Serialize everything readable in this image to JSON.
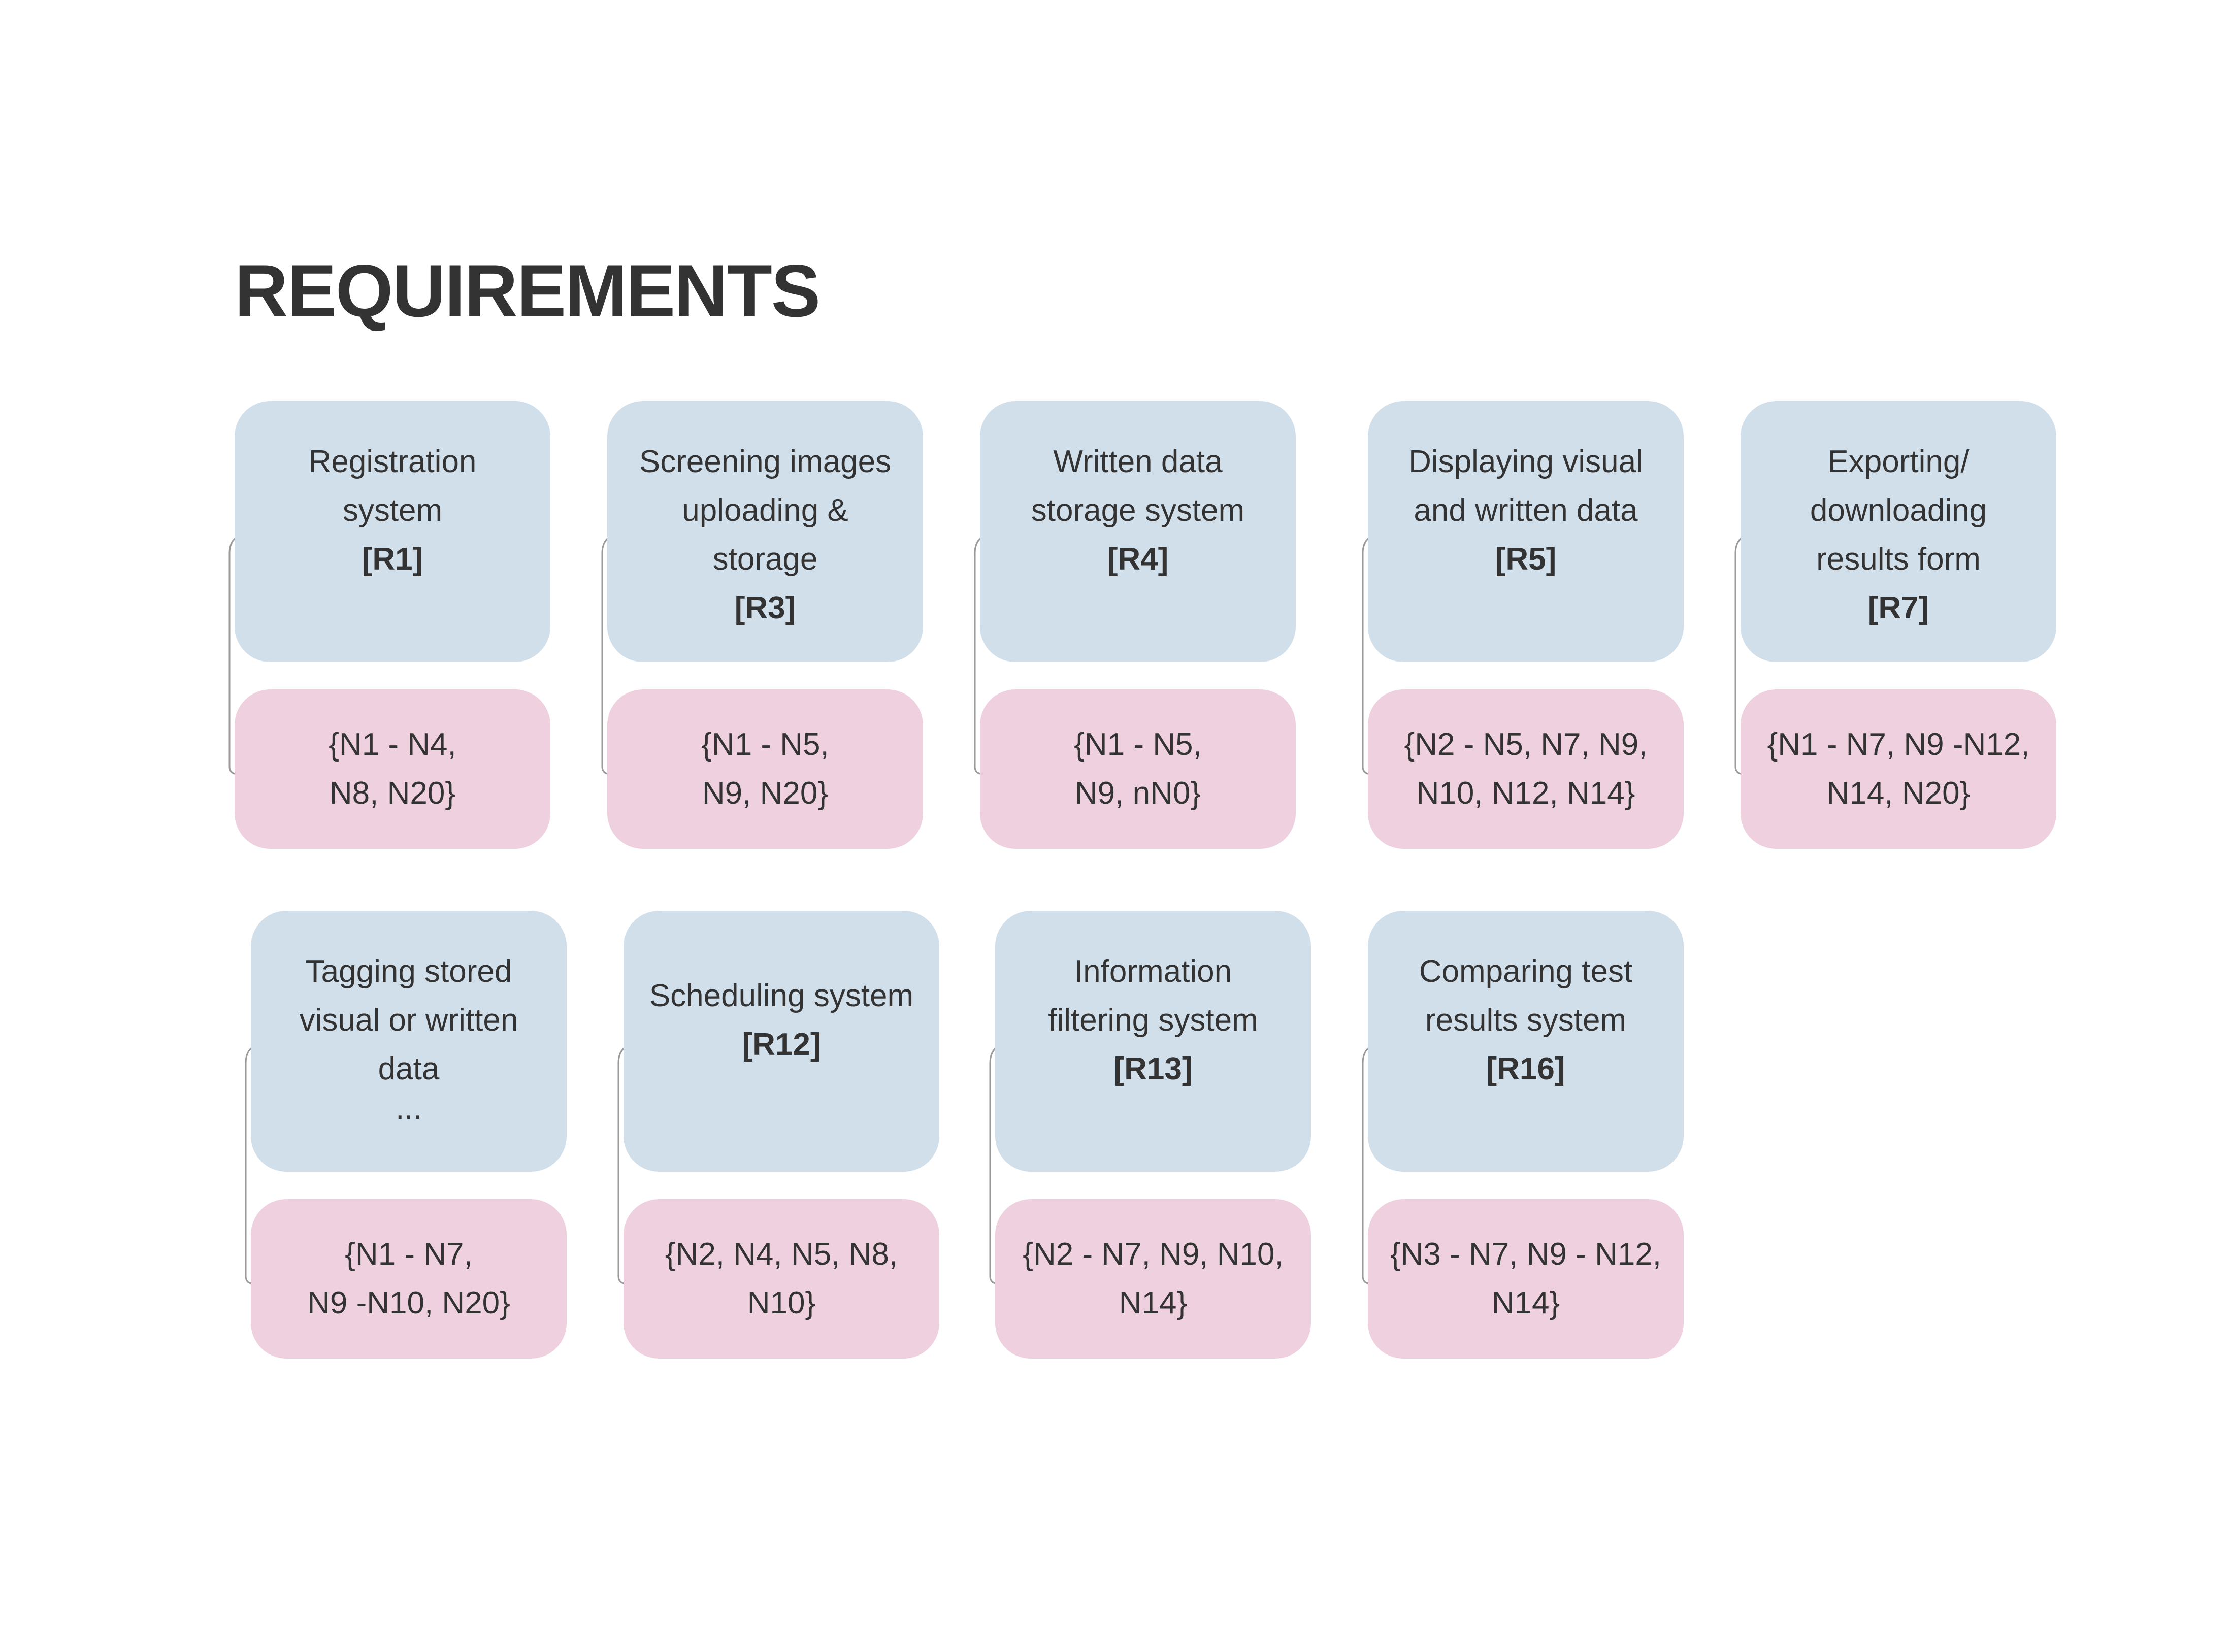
{
  "title": "REQUIREMENTS",
  "colors": {
    "requirement_fill": "#d1dfeb",
    "needs_fill": "#efd0de",
    "text": "#333333",
    "connector": "#9a9a9a"
  },
  "requirements": [
    {
      "name": "Registration\nsystem\n",
      "code": "[R1]",
      "needs": "{N1 - N4,\nN8, N20}"
    },
    {
      "name": "Screening images\nuploading &\nstorage",
      "code": "[R3]",
      "needs": "{N1 - N5,\nN9, N20}"
    },
    {
      "name": "Written data\nstorage system\n",
      "code": "[R4]",
      "needs": "{N1 - N5,\nN9, nN0}"
    },
    {
      "name": "Displaying visual\nand written data\n",
      "code": "[R5]",
      "needs": "{N2 - N5, N7, N9,\nN10, N12, N14}"
    },
    {
      "name": "Exporting/\ndownloading\nresults form",
      "code": "[R7]",
      "needs": "{N1 - N7, N9 -N12,\nN14, N20}"
    },
    {
      "name": "Tagging stored\nvisual or written\ndata",
      "code": "",
      "extra": "...",
      "needs": "{N1 - N7,\nN9 -N10,  N20}"
    },
    {
      "name": "Scheduling system\n",
      "code": "[R12]",
      "needs": "{N2, N4, N5, N8,\nN10}"
    },
    {
      "name": "Information\nfiltering system\n",
      "code": "[R13]",
      "needs": "{N2 - N7, N9, N10,\nN14}"
    },
    {
      "name": "Comparing test\nresults system\n",
      "code": "[R16]",
      "needs": "{N3 - N7, N9 - N12,\nN14}"
    }
  ]
}
